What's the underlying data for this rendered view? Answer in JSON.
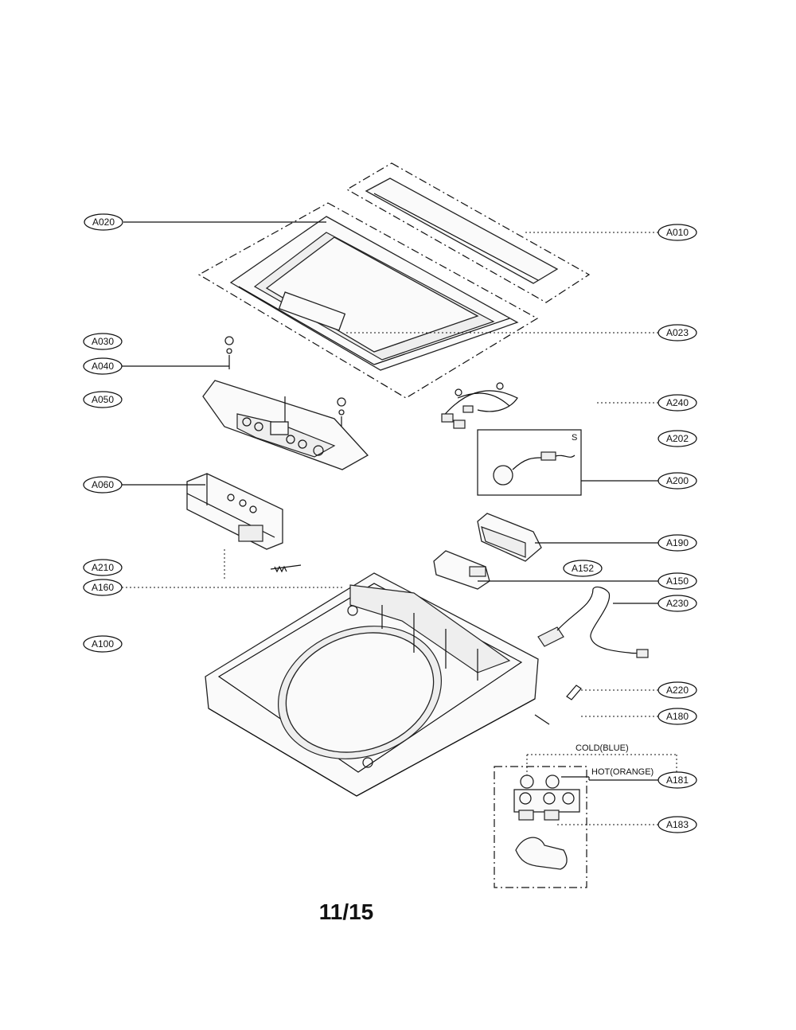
{
  "labels": {
    "a020": "A020",
    "a010": "A010",
    "a030": "A030",
    "a023": "A023",
    "a040": "A040",
    "a050": "A050",
    "a240": "A240",
    "a202": "A202",
    "a060": "A060",
    "a200": "A200",
    "a190": "A190",
    "a210": "A210",
    "a152": "A152",
    "a150": "A150",
    "a160": "A160",
    "a230": "A230",
    "a100": "A100",
    "a220": "A220",
    "a180": "A180",
    "a181": "A181",
    "a183": "A183"
  },
  "notes": {
    "cold": "COLD(BLUE)",
    "hot": "HOT(ORANGE)",
    "subpart_s": "S"
  },
  "page_number": "11/15"
}
